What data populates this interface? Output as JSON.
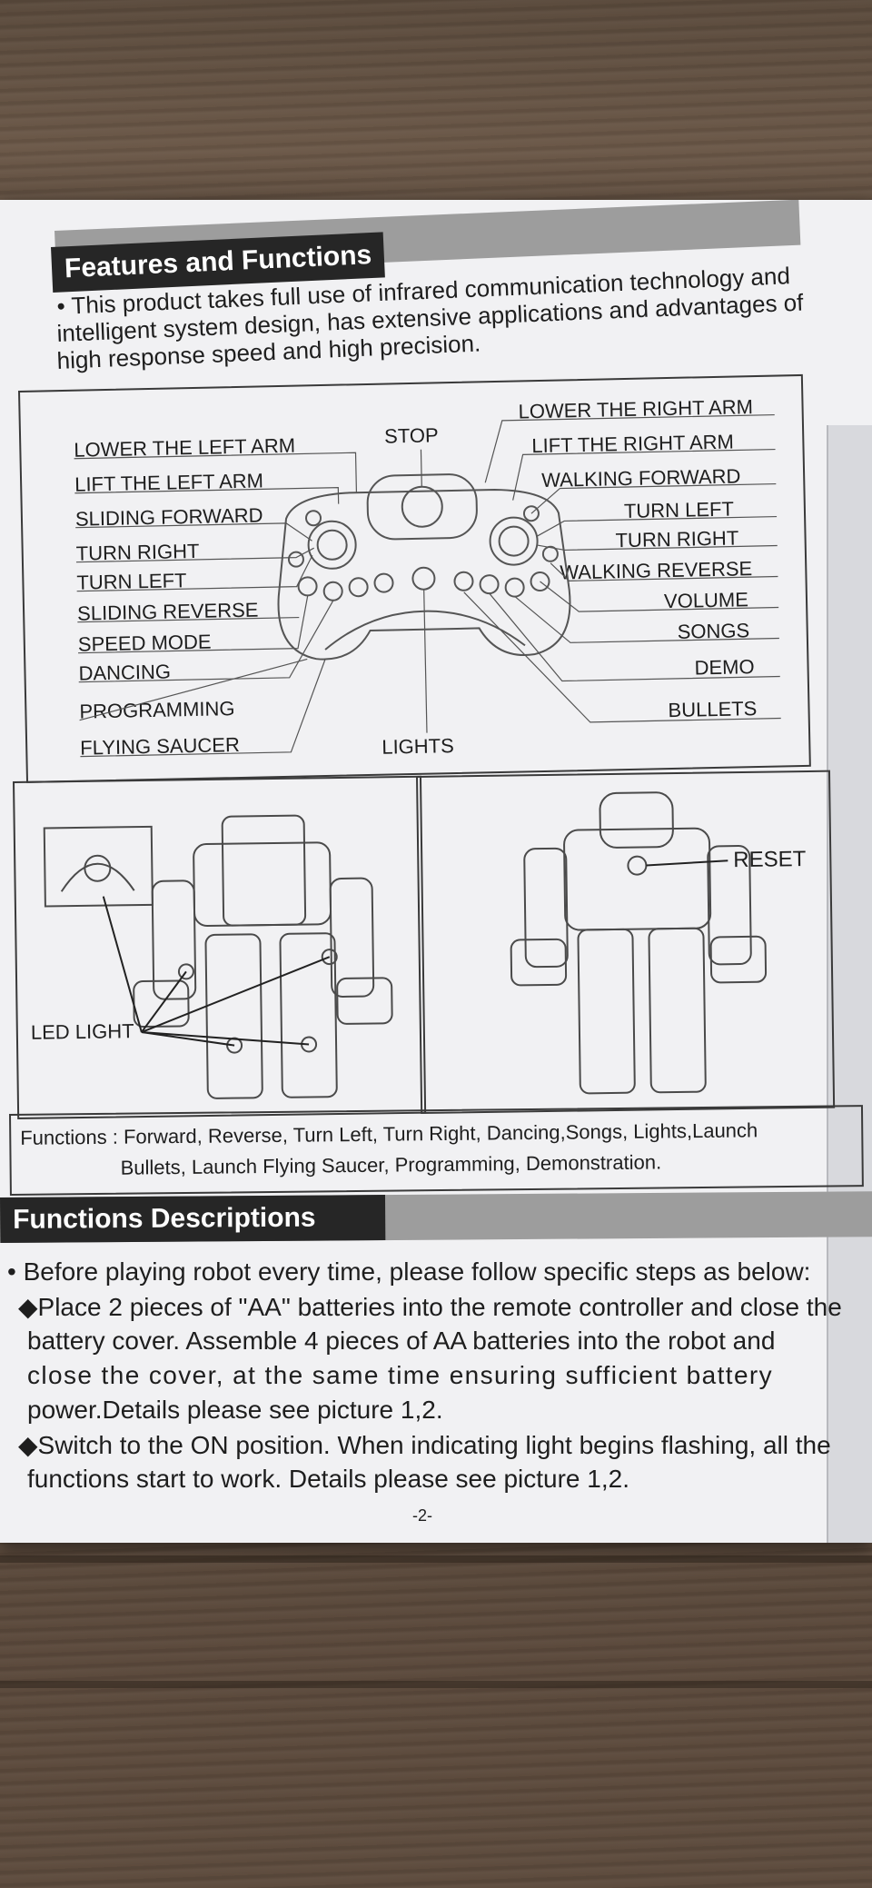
{
  "features": {
    "heading": "Features and Functions",
    "intro_lines": [
      "• This product takes full use of infrared communication technology and",
      "intelligent system design, has extensive applications and advantages of",
      "high response speed and high precision."
    ]
  },
  "controller": {
    "left_labels": [
      "LOWER THE LEFT ARM",
      "LIFT THE LEFT ARM",
      "SLIDING FORWARD",
      "TURN RIGHT",
      "TURN LEFT",
      "SLIDING REVERSE",
      "SPEED MODE",
      "DANCING",
      "PROGRAMMING",
      "FLYING SAUCER"
    ],
    "top_label": "STOP",
    "bottom_label": "LIGHTS",
    "right_labels": [
      "LOWER THE RIGHT ARM",
      "LIFT THE RIGHT ARM",
      "WALKING  FORWARD",
      "TURN LEFT",
      "TURN RIGHT",
      "WALKING  REVERSE",
      "VOLUME",
      "SONGS",
      "DEMO",
      "BULLETS"
    ]
  },
  "robot_panels": {
    "led_label": "LED  LIGHT",
    "reset_label": "RESET"
  },
  "functions_line": [
    "Functions : Forward, Reverse, Turn Left, Turn Right, Dancing,Songs, Lights,Launch",
    "Bullets, Launch Flying Saucer, Programming, Demonstration."
  ],
  "descriptions": {
    "heading": "Functions Descriptions",
    "lines": [
      "• Before playing robot every time, please follow specific steps as below:",
      "◆Place 2 pieces of \"AA\" batteries into the remote controller and close the",
      "battery cover. Assemble 4 pieces of AA batteries into the robot and",
      "close the cover, at the same time ensuring sufficient battery",
      "power.Details please see picture 1,2.",
      "◆Switch to the ON position. When indicating light begins flashing, all the",
      "functions start to work. Details please see picture 1,2."
    ]
  },
  "page_number": "-2-"
}
